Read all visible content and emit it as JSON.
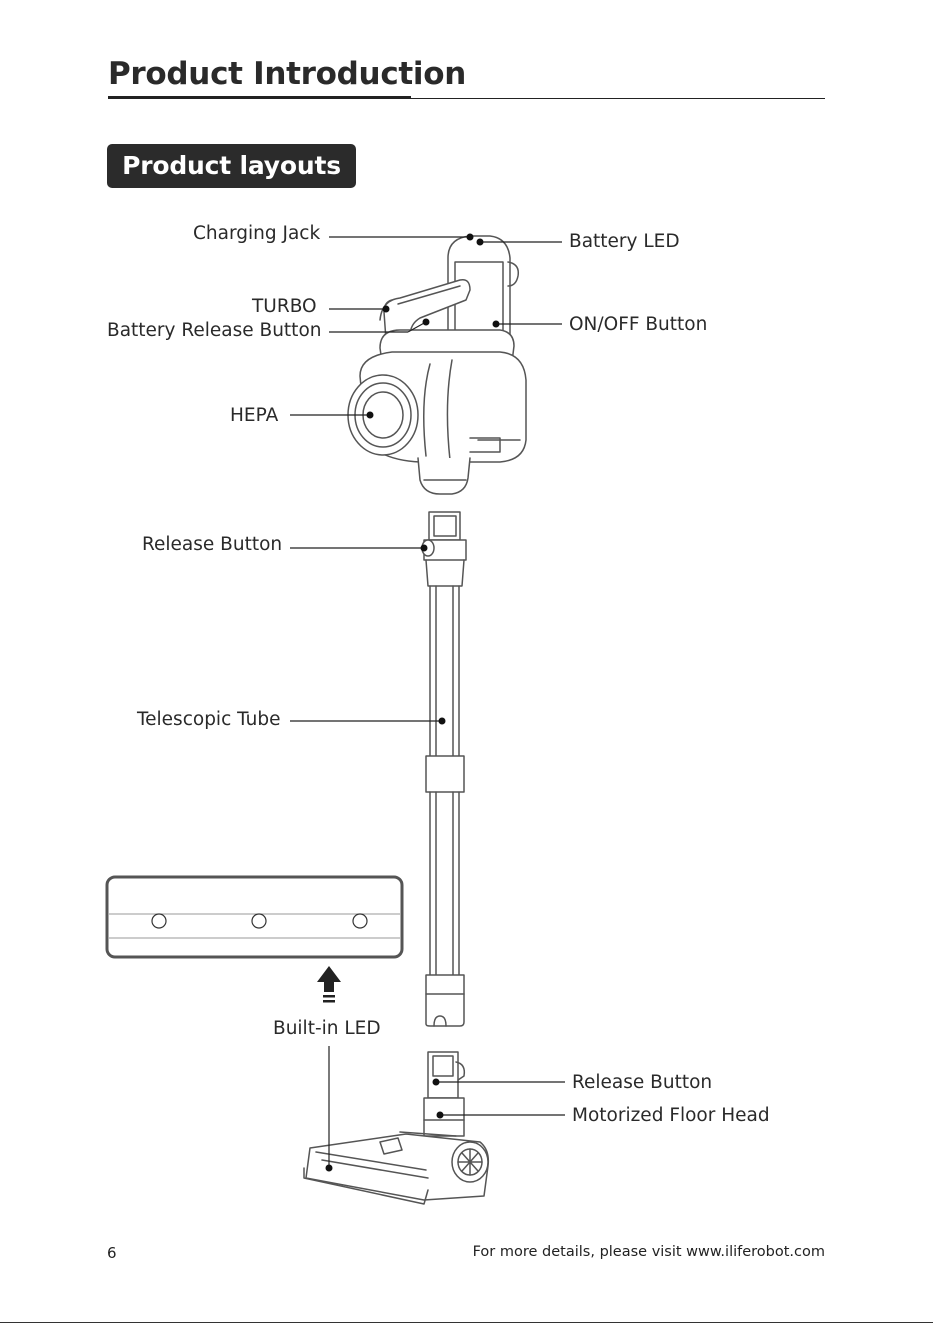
{
  "header": {
    "title": "Product Introduction"
  },
  "section": {
    "badge": "Product layouts"
  },
  "labels": {
    "charging_jack": "Charging Jack",
    "battery_led": "Battery LED",
    "turbo": "TURBO",
    "battery_release_button": "Battery Release Button",
    "on_off_button": "ON/OFF Button",
    "hepa": "HEPA",
    "release_button_upper": "Release Button",
    "telescopic_tube": "Telescopic Tube",
    "built_in_led": "Built-in LED",
    "release_button_lower": "Release Button",
    "motorized_floor_head": "Motorized Floor Head"
  },
  "footer": {
    "page_number": "6",
    "details_text": "For more details, please visit www.iliferobot.com"
  },
  "colors": {
    "text": "#2a2a2a",
    "badge_bg": "#2b2b2b",
    "line": "#222222",
    "outline": "#555555"
  }
}
